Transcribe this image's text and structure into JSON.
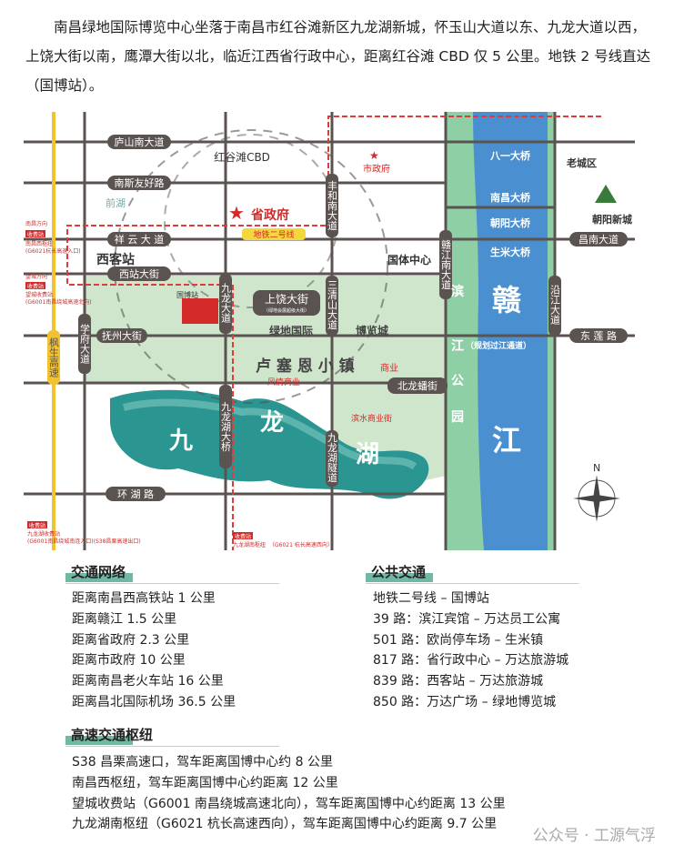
{
  "intro": "南昌绿地国际博览中心坐落于南昌市红谷滩新区九龙湖新城，怀玉山大道以东、九龙大道以西，上饶大街以南，鹰潭大街以北，临近江西省行政中心，距离红谷滩 CBD 仅 5 公里。地铁 2 号线直达（国博站）。",
  "map": {
    "roads_h": [
      "庐山南大道",
      "南斯友好路",
      "祥 云 大 道",
      "西站大街",
      "抚州大街",
      "环 湖 路",
      "昌南大道",
      "东 莲 路",
      "北龙蟠街",
      "上饶大街"
    ],
    "roads_v": [
      "学府大道",
      "九龙大道",
      "丰和南大道",
      "三清山大道",
      "赣江南大道",
      "沿江大道",
      "九龙湖大桥",
      "九龙湖隧道",
      "枫生高速"
    ],
    "bridges": [
      "八一大桥",
      "南昌大桥",
      "朝阳大桥",
      "生米大桥"
    ],
    "places": {
      "cbd": "红谷滩CBD",
      "province_gov": "省政府",
      "city_gov": "市政府",
      "metro": "地铁二号线",
      "xikezhan": "西客站",
      "tiyu": "国体中心",
      "laocheng": "老城区",
      "chaoyang": "朝阳新城",
      "lvdi": "绿地国际",
      "bolan": "博览城",
      "town": "卢 塞 恩 小 镇",
      "shangye": "商业",
      "fengqing": "风情商业",
      "binshui": "滨水商业街",
      "lake": [
        "九",
        "龙",
        "湖"
      ],
      "river": [
        "赣",
        "江"
      ],
      "park": [
        "滨",
        "江",
        "公",
        "园"
      ],
      "tunnel": "（规划过江通道）",
      "qianhu": "前湖",
      "guobo": "国博站",
      "north": "N",
      "shangrao_sub": "（绿地会展超级大街）"
    },
    "tolls": [
      {
        "tag": "收费站",
        "name": "南昌西枢纽",
        "desc": "(G6021杭长高速入口)",
        "dir": "南昌方向"
      },
      {
        "tag": "收费站",
        "name": "望城收费站",
        "desc": "(G6001南昌绕城高速北向)",
        "dir": "望城方向"
      },
      {
        "tag": "收费站",
        "name": "九龙湖收费站",
        "desc": "(G6001南昌绕城南连入口)(S38昌栗高速出口)"
      },
      {
        "tag": "收费站",
        "name": "九龙湖南枢纽",
        "desc": "（G6021 杭长高速西向）"
      }
    ]
  },
  "traffic": {
    "title": "交通网络",
    "items": [
      "距离南昌西高铁站 1 公里",
      "距离赣江 1.5 公里",
      "距离省政府 2.3 公里",
      "距离市政府 10 公里",
      "距离南昌老火车站 16 公里",
      "距离昌北国际机场 36.5 公里"
    ]
  },
  "transit": {
    "title": "公共交通",
    "items": [
      "地铁二号线 – 国博站",
      "39 路：滨江宾馆 – 万达员工公寓",
      "501 路：欧尚停车场 – 生米镇",
      "817 路：省行政中心 – 万达旅游城",
      "839 路：西客站 – 万达旅游城",
      "850 路：万达广场 – 绿地博览城"
    ]
  },
  "highway": {
    "title": "高速交通枢纽",
    "items": [
      "S38 昌栗高速口，驾车距离国博中心约 8 公里",
      "南昌西枢纽，驾车距离国博中心约距离 12 公里",
      "望城收费站（G6001 南昌绕城高速北向），驾车距离国博中心约距离 13 公里",
      "九龙湖南枢纽（G6021 杭长高速西向），驾车距离国博中心约距离 9.7 公里"
    ]
  },
  "watermark": "公众号 · 工源气浮",
  "colors": {
    "road": "#5a5350",
    "green": "#c9e2c6",
    "river": "#4a90d0",
    "lake": "#2a8f8a",
    "accent": "#d42a2a",
    "highlight": "#6fb9a4"
  }
}
